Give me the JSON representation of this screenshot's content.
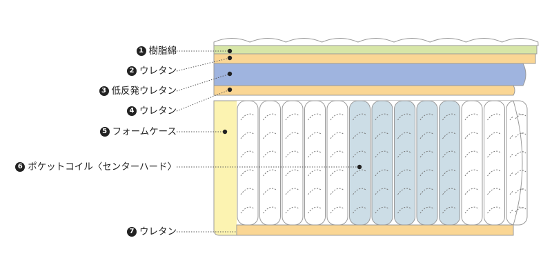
{
  "layers": [
    {
      "num": "1",
      "label": "樹脂綿"
    },
    {
      "num": "2",
      "label": "ウレタン"
    },
    {
      "num": "3",
      "label": "低反発ウレタン"
    },
    {
      "num": "4",
      "label": "ウレタン"
    },
    {
      "num": "5",
      "label": "フォームケース"
    },
    {
      "num": "6",
      "label": "ポケットコイル〈センターハード〉"
    },
    {
      "num": "7",
      "label": "ウレタン"
    }
  ],
  "colors": {
    "quilt": "#ffffff",
    "resin_cotton": "#d7e6a7",
    "urethan": "#fad694",
    "low_rebound": "#9fb4df",
    "foam_case": "#fcf3b1",
    "coil_normal": "#ffffff",
    "coil_hard": "#ccdde6",
    "outline": "#999999",
    "leader": "#555555"
  },
  "coils": {
    "count": 13,
    "hard_indices": [
      5,
      6,
      7,
      8,
      9
    ]
  }
}
